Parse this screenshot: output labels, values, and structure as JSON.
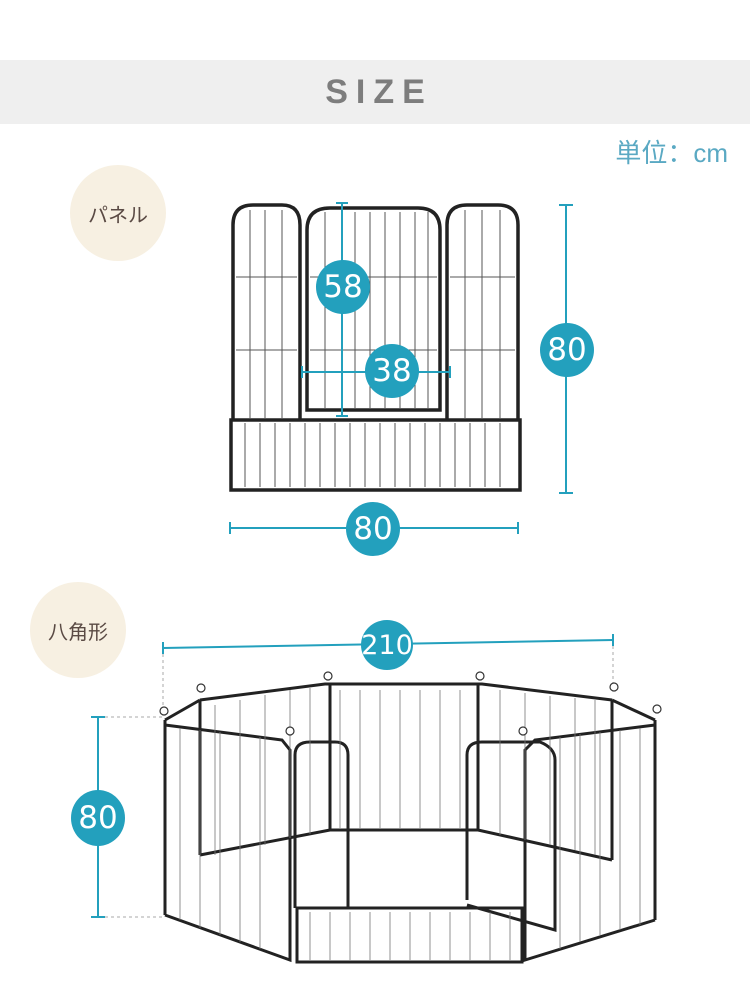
{
  "header": {
    "title": "SIZE",
    "unit_label": "単位：cm"
  },
  "sections": {
    "panel": {
      "label": "パネル",
      "dimensions": {
        "door_height": "58",
        "door_width": "38",
        "panel_height": "80",
        "panel_width": "80"
      }
    },
    "octagon": {
      "label": "八角形",
      "dimensions": {
        "overall_width": "210",
        "height": "80"
      }
    }
  },
  "colors": {
    "accent": "#23a0bd",
    "banner_bg": "#efefef",
    "banner_text": "#7d7d7d",
    "tag_bg": "#f7f0e2",
    "unit_text": "#5aa9c3",
    "frame": "#222222"
  }
}
